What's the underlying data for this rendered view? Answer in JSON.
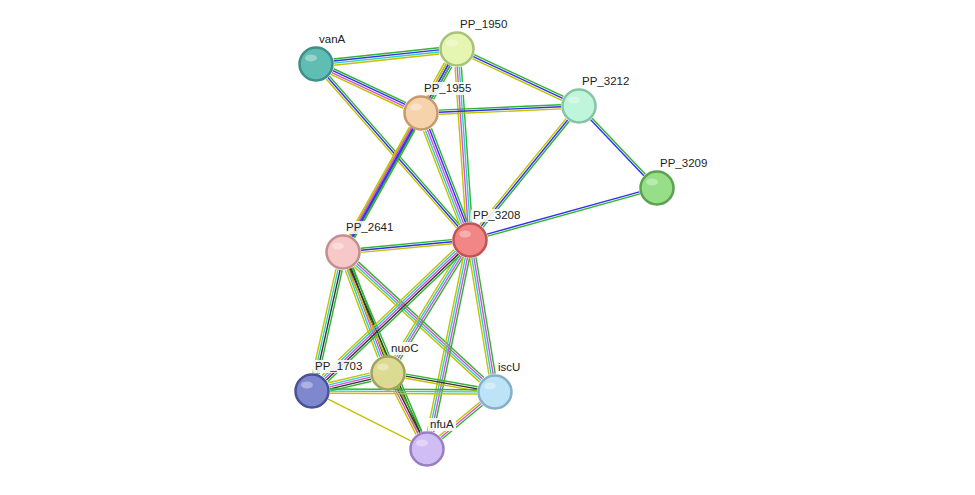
{
  "diagram": {
    "nodes": [
      {
        "text": [
          "vanA"
        ]
      },
      {
        "text": [
          "PP_1950"
        ]
      },
      {
        "text": [
          "PP_1955"
        ]
      },
      {
        "text": [
          "PP_3212"
        ]
      },
      {
        "text": [
          "PP_3209"
        ]
      },
      {
        "text": [
          "PP_2641"
        ]
      },
      {
        "text": [
          "PP_3208"
        ]
      },
      {
        "text": [
          "nuoC"
        ]
      },
      {
        "text": [
          "PP_1703"
        ]
      },
      {
        "text": [
          "iscU"
        ]
      },
      {
        "text": [
          "nfuA"
        ]
      }
    ],
    "edges": [
      {
        "from": 0,
        "to": 1,
        "arrow": "none"
      },
      {
        "from": 0,
        "to": 2,
        "arrow": "none"
      },
      {
        "from": 0,
        "to": 6,
        "arrow": "none"
      },
      {
        "from": 1,
        "to": 2,
        "arrow": "none"
      },
      {
        "from": 1,
        "to": 3,
        "arrow": "none"
      },
      {
        "from": 1,
        "to": 6,
        "arrow": "none"
      },
      {
        "from": 1,
        "to": 5,
        "arrow": "none"
      },
      {
        "from": 2,
        "to": 3,
        "arrow": "none"
      },
      {
        "from": 2,
        "to": 6,
        "arrow": "none"
      },
      {
        "from": 2,
        "to": 5,
        "arrow": "none"
      },
      {
        "from": 3,
        "to": 4,
        "arrow": "none"
      },
      {
        "from": 3,
        "to": 6,
        "arrow": "none"
      },
      {
        "from": 4,
        "to": 6,
        "arrow": "none"
      },
      {
        "from": 5,
        "to": 6,
        "arrow": "none"
      },
      {
        "from": 5,
        "to": 7,
        "arrow": "none"
      },
      {
        "from": 5,
        "to": 8,
        "arrow": "none"
      },
      {
        "from": 5,
        "to": 9,
        "arrow": "none"
      },
      {
        "from": 5,
        "to": 10,
        "arrow": "none"
      },
      {
        "from": 6,
        "to": 7,
        "arrow": "none"
      },
      {
        "from": 6,
        "to": 8,
        "arrow": "none"
      },
      {
        "from": 6,
        "to": 9,
        "arrow": "none"
      },
      {
        "from": 6,
        "to": 10,
        "arrow": "none"
      },
      {
        "from": 7,
        "to": 8,
        "arrow": "none"
      },
      {
        "from": 7,
        "to": 9,
        "arrow": "none"
      },
      {
        "from": 7,
        "to": 10,
        "arrow": "none"
      },
      {
        "from": 8,
        "to": 9,
        "arrow": "none"
      },
      {
        "from": 8,
        "to": 10,
        "arrow": "none"
      },
      {
        "from": 9,
        "to": 10,
        "arrow": "none"
      }
    ]
  }
}
